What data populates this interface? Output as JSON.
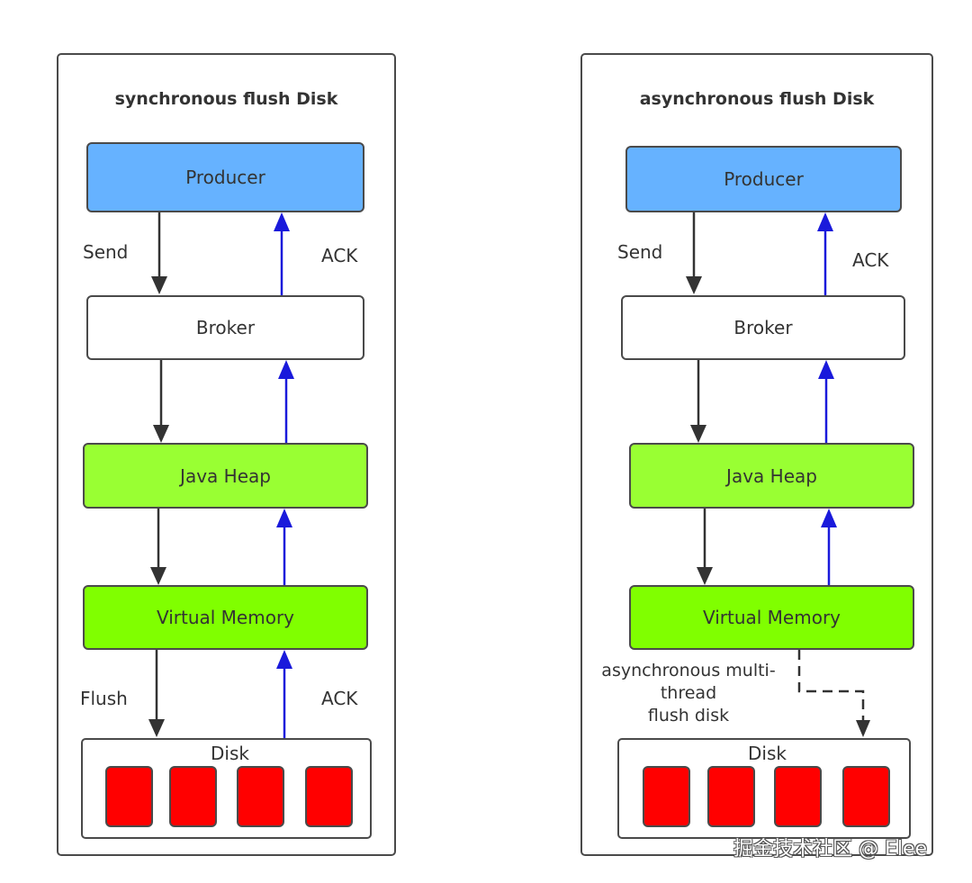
{
  "sync": {
    "title": "synchronous flush Disk",
    "producer": "Producer",
    "broker": "Broker",
    "java_heap": "Java Heap",
    "virtual_memory": "Virtual Memory",
    "disk": "Disk",
    "send": "Send",
    "ack_top": "ACK",
    "flush": "Flush",
    "ack_bottom": "ACK"
  },
  "async": {
    "title": "asynchronous flush Disk",
    "producer": "Producer",
    "broker": "Broker",
    "java_heap": "Java Heap",
    "virtual_memory": "Virtual Memory",
    "disk": "Disk",
    "send": "Send",
    "ack_top": "ACK",
    "note_line1": "asynchronous multi-",
    "note_line2": "thread",
    "note_line3": "flush disk"
  },
  "watermark": "掘金技术社区 @ Elee",
  "colors": {
    "producer": "#66b2ff",
    "java_heap": "#99ff33",
    "virtual_memory": "#80ff00",
    "disk_cell": "#ff0000",
    "send_arrow": "#333333",
    "ack_arrow": "#1a1adb"
  }
}
